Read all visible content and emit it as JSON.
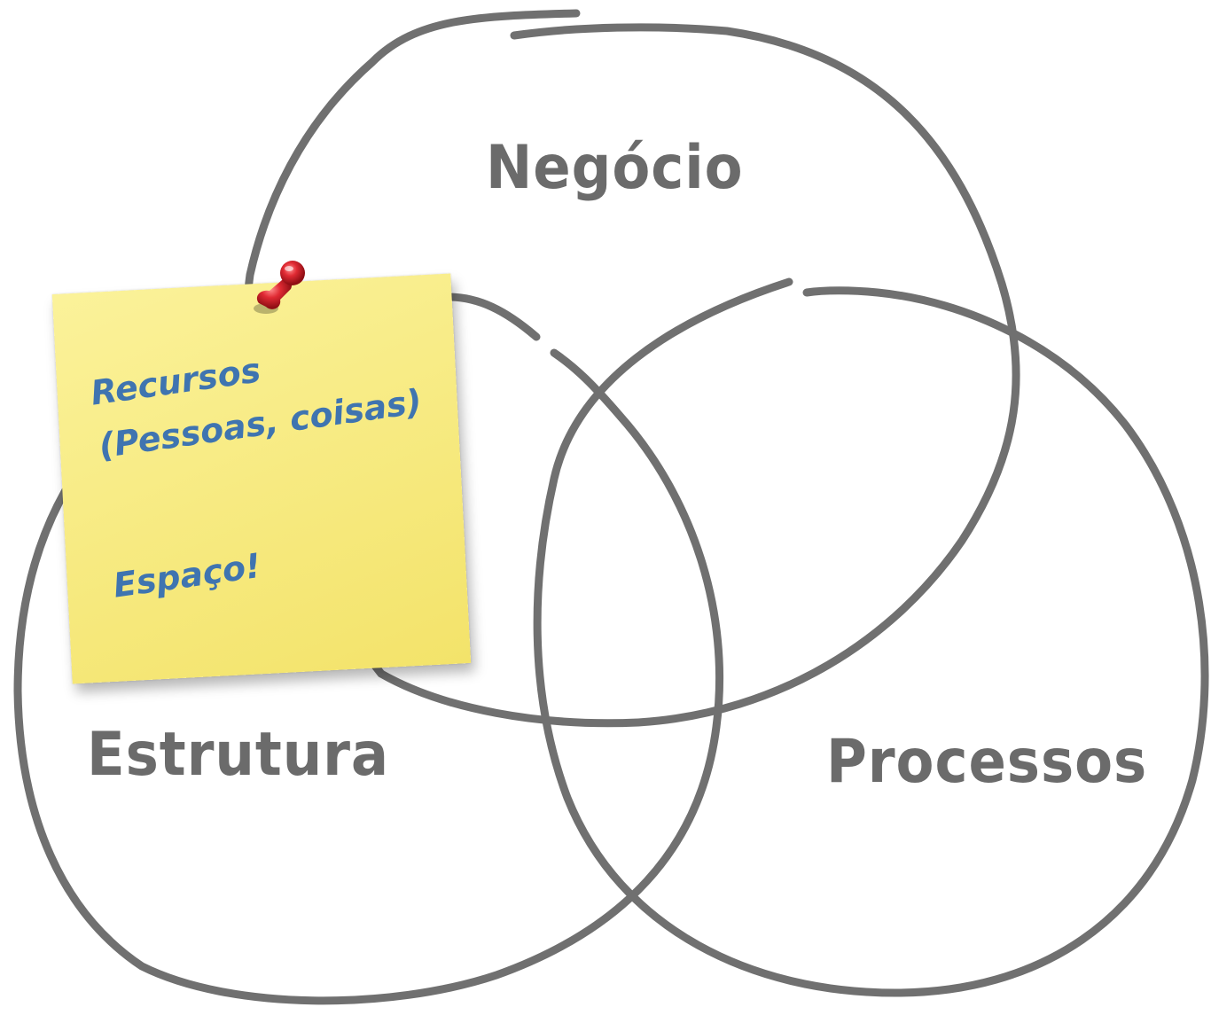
{
  "diagram": {
    "type": "venn",
    "sets": [
      {
        "name": "Negócio"
      },
      {
        "name": "Estrutura"
      },
      {
        "name": "Processos"
      }
    ],
    "labels": {
      "top": "Negócio",
      "bottom_left": "Estrutura",
      "bottom_right": "Processos"
    }
  },
  "sticky_note": {
    "lines": [
      "Recursos",
      "(Pessoas, coisas)",
      "Espaço!"
    ]
  },
  "colors": {
    "background": "#ffffff",
    "circle_stroke": "#707070",
    "label_text": "#6b6b6b",
    "note_text": "#3f74b0",
    "note_fill_light": "#fbf29a",
    "note_fill_dark": "#f3e36a",
    "pin_red": "#d81e2a"
  },
  "icons": [
    "push-pin-icon"
  ]
}
